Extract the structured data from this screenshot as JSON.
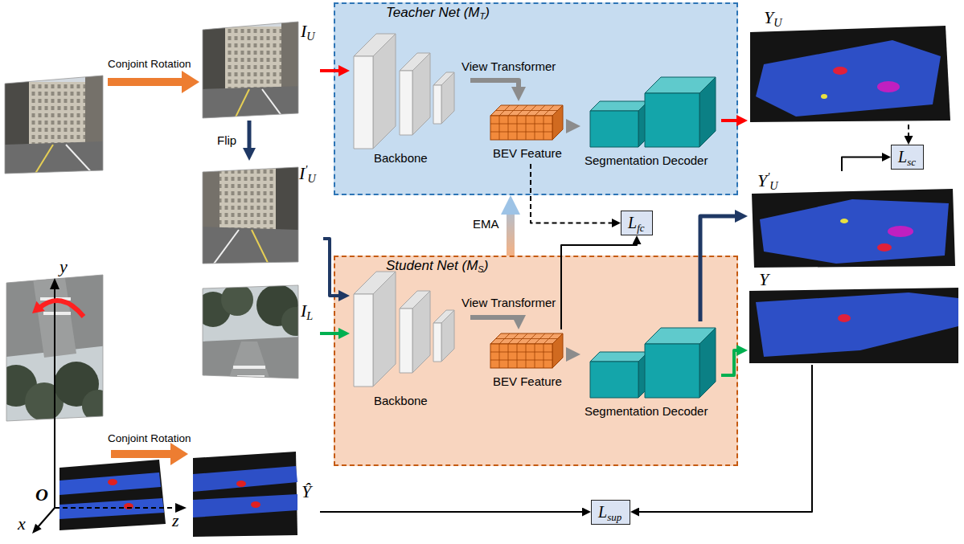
{
  "diagram": {
    "nodes": [
      {
        "text": [
          "IU"
        ]
      },
      {
        "text": [
          "I'U"
        ]
      },
      {
        "text": [
          "IL"
        ]
      },
      {
        "text": [
          "Ŷ"
        ]
      },
      {
        "text": [
          "Teacher Net (MT)"
        ]
      },
      {
        "text": [
          "Backbone"
        ],
        "in": 4
      },
      {
        "text": [
          "BEV Feature"
        ],
        "in": 4
      },
      {
        "text": [
          "Segmentation Decoder"
        ],
        "in": 4
      },
      {
        "text": [
          "Lfc"
        ]
      },
      {
        "text": [
          "Student Net (MS)"
        ]
      },
      {
        "text": [
          "Backbone"
        ],
        "in": 9
      },
      {
        "text": [
          "BEV Feature"
        ],
        "in": 9
      },
      {
        "text": [
          "Segmentation Decoder"
        ],
        "in": 9
      },
      {
        "text": [
          "YU"
        ]
      },
      {
        "text": [
          "Lsc"
        ]
      },
      {
        "text": [
          "Y'U"
        ]
      },
      {
        "text": [
          "Y"
        ]
      },
      {
        "text": [
          "Lsup"
        ]
      }
    ],
    "edges": [
      {
        "from": 0,
        "to": 1,
        "label": "Flip",
        "arrow": "to"
      },
      {
        "from": 0,
        "to": 5,
        "arrow": "to"
      },
      {
        "from": 1,
        "to": 10,
        "arrow": "to"
      },
      {
        "from": 2,
        "to": 10,
        "arrow": "to"
      },
      {
        "from": 5,
        "to": 6,
        "label": "View Transformer",
        "arrow": "to"
      },
      {
        "from": 6,
        "to": 7,
        "arrow": "to"
      },
      {
        "from": 10,
        "to": 11,
        "label": "View Transformer",
        "arrow": "to"
      },
      {
        "from": 11,
        "to": 12,
        "arrow": "to"
      },
      {
        "from": 7,
        "to": 13,
        "arrow": "to"
      },
      {
        "from": 12,
        "to": 15,
        "arrow": "to"
      },
      {
        "from": 12,
        "to": 16,
        "arrow": "to"
      },
      {
        "from": 9,
        "to": 4,
        "label": "EMA",
        "arrow": "to"
      },
      {
        "from": 6,
        "to": 8,
        "arrow": "to"
      },
      {
        "from": 11,
        "to": 8,
        "arrow": "to"
      },
      {
        "from": 13,
        "to": 14,
        "arrow": "to"
      },
      {
        "from": 15,
        "to": 14,
        "arrow": "to"
      },
      {
        "from": 3,
        "to": 17,
        "arrow": "to"
      },
      {
        "from": 16,
        "to": 17,
        "arrow": "to"
      }
    ],
    "labels": [
      "Conjoint Rotation",
      "Conjoint Rotation",
      "y",
      "z",
      "x",
      "O"
    ]
  }
}
